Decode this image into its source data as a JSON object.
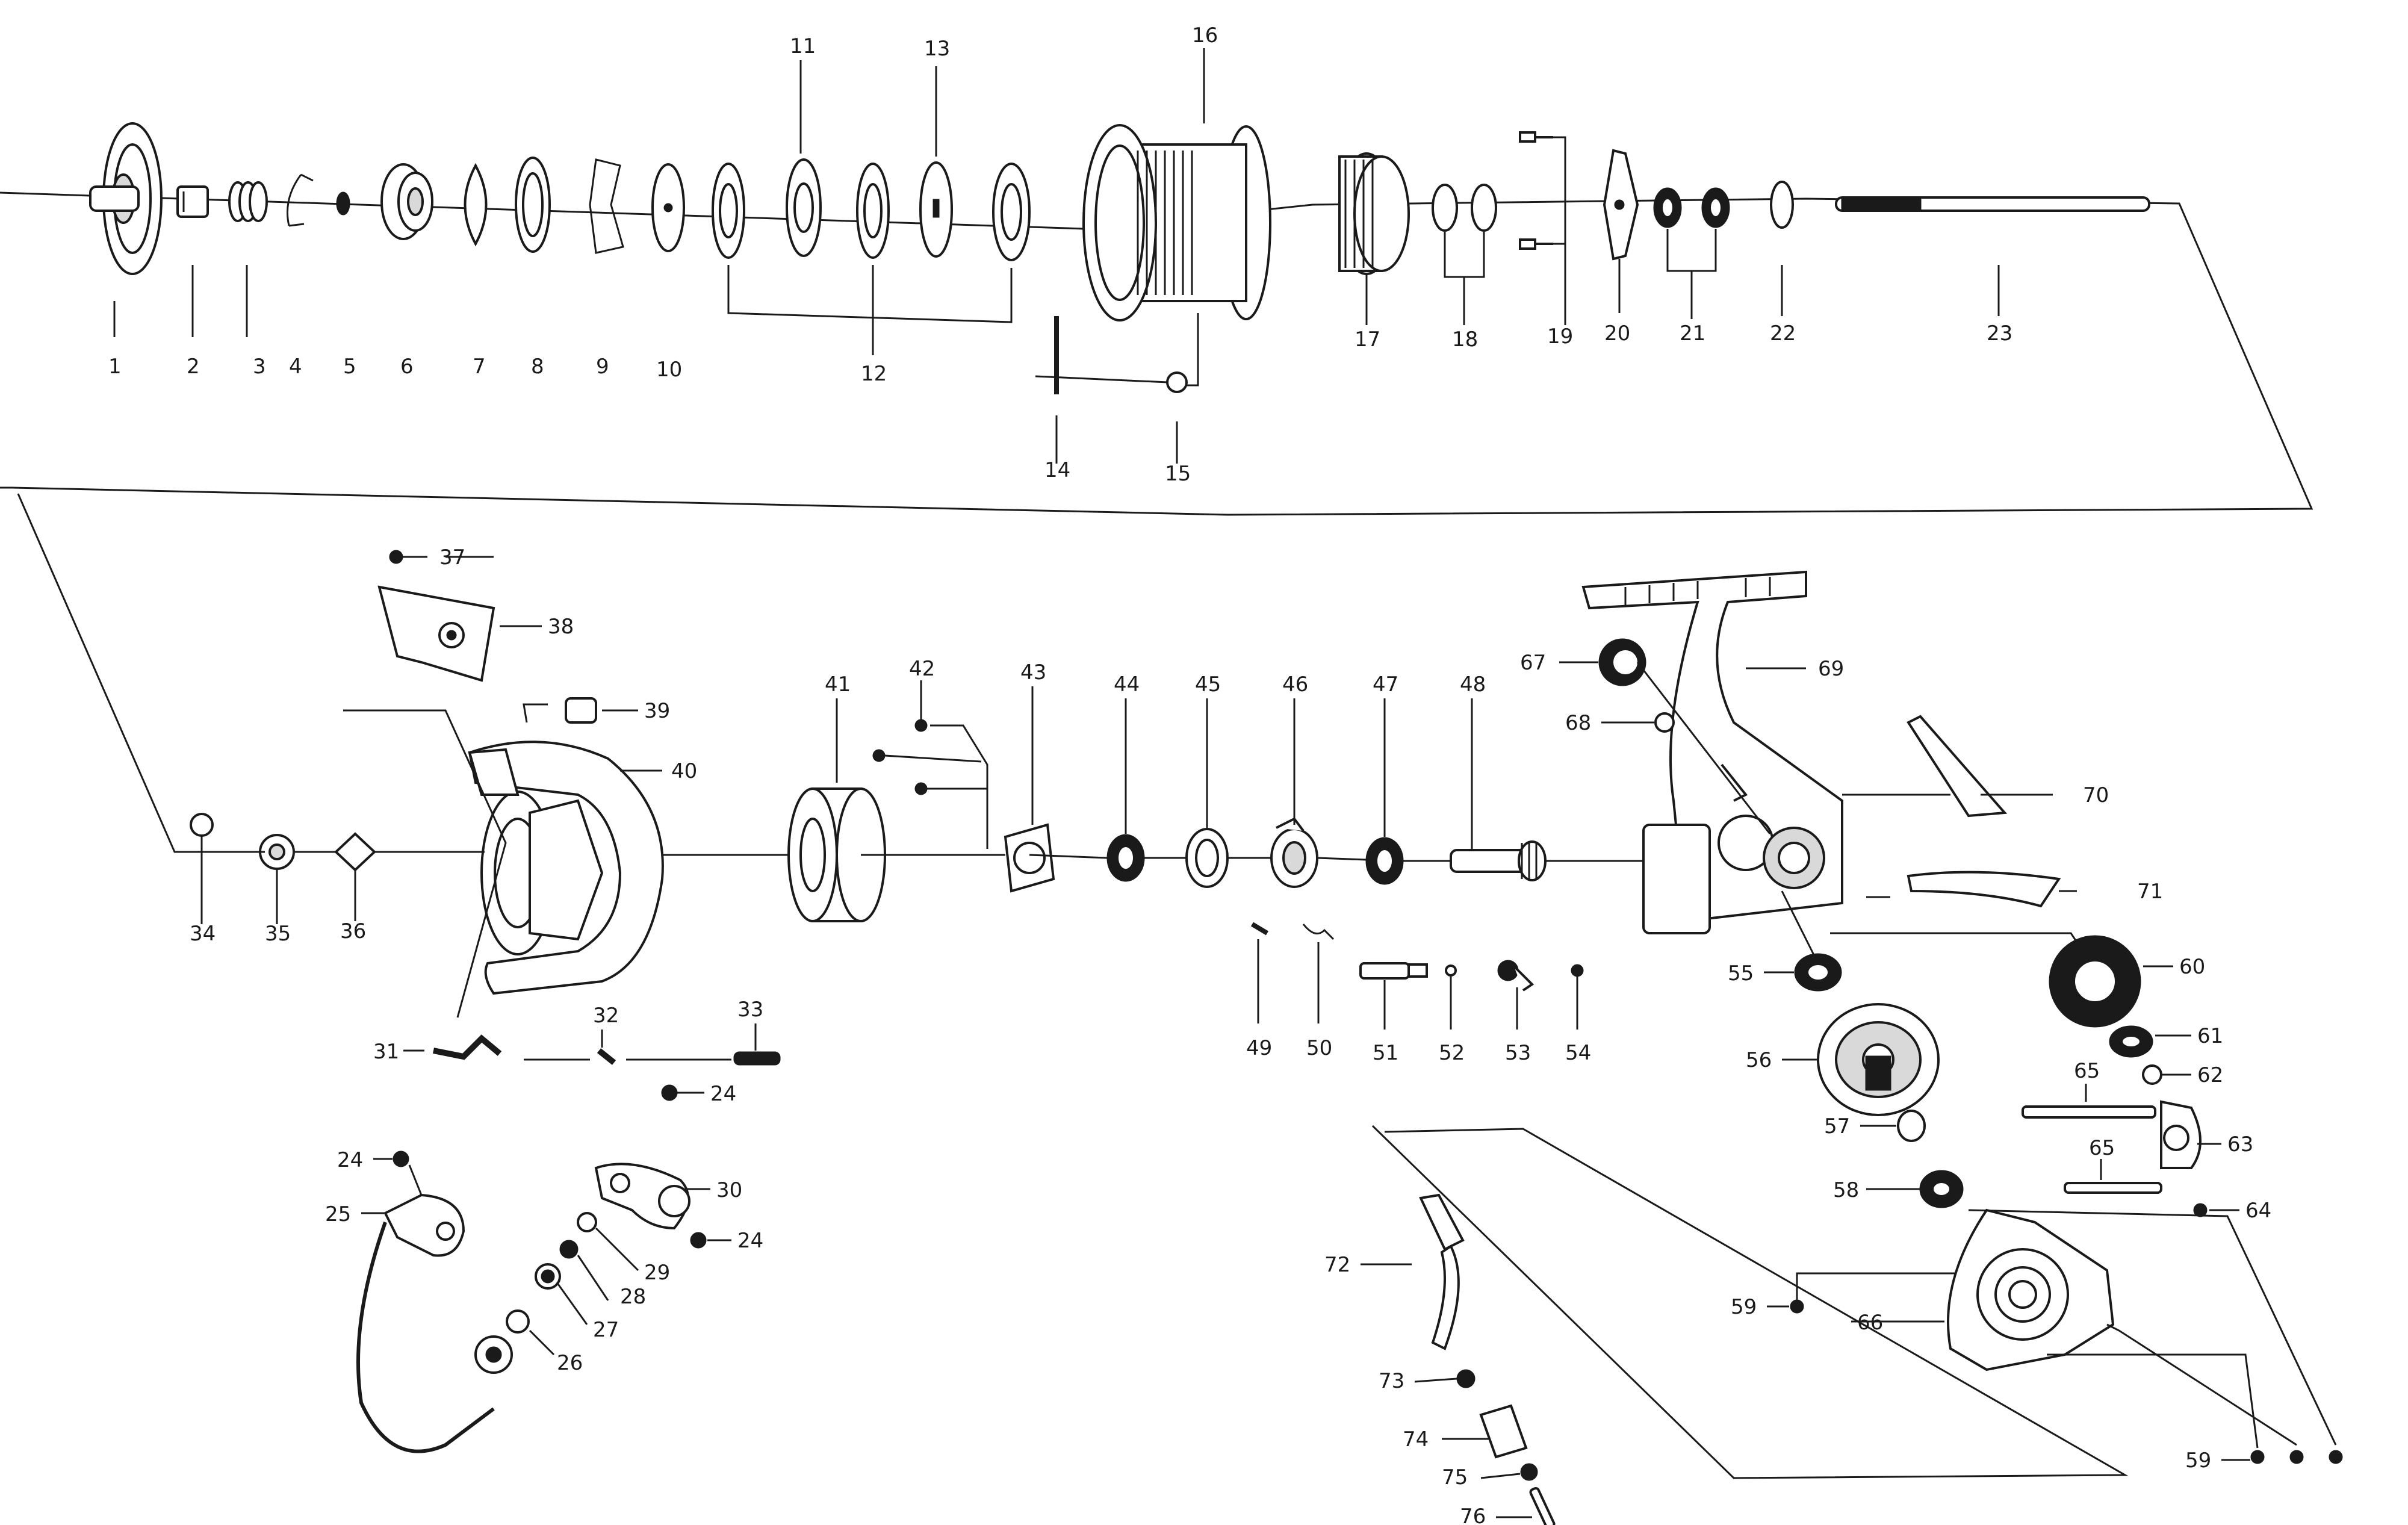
{
  "diagram": {
    "type": "exploded-parts-diagram",
    "colors": {
      "ink": "#1a1a1a",
      "paper": "#ffffff",
      "shade": "#d9d9d9"
    },
    "labels": [
      "1",
      "2",
      "3",
      "4",
      "5",
      "6",
      "7",
      "8",
      "9",
      "10",
      "11",
      "12",
      "13",
      "14",
      "15",
      "16",
      "17",
      "18",
      "19",
      "20",
      "21",
      "22",
      "23",
      "24",
      "24",
      "24",
      "24",
      "25",
      "26",
      "27",
      "28",
      "29",
      "30",
      "31",
      "32",
      "33",
      "34",
      "35",
      "36",
      "37",
      "38",
      "39",
      "40",
      "41",
      "42",
      "43",
      "44",
      "45",
      "46",
      "47",
      "48",
      "49",
      "50",
      "51",
      "52",
      "53",
      "54",
      "55",
      "56",
      "57",
      "58",
      "59",
      "59",
      "60",
      "61",
      "62",
      "63",
      "64",
      "65",
      "65",
      "66",
      "67",
      "68",
      "69",
      "70",
      "71",
      "72",
      "73",
      "74",
      "75",
      "76"
    ]
  }
}
